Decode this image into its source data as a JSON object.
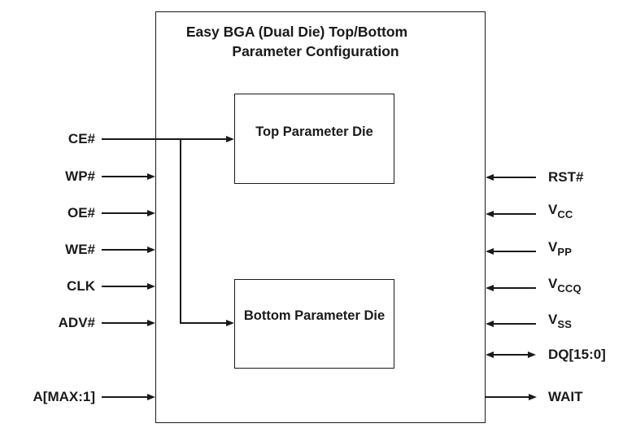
{
  "diagram": {
    "title_line1": "Easy BGA (Dual Die) Top/Bottom",
    "title_line2": "Parameter Configuration",
    "blocks": {
      "top_die": "Top Parameter Die",
      "bottom_die": "Bottom Parameter Die"
    },
    "pins_left": [
      {
        "label": "CE#",
        "direction": "input",
        "note": "branches to both top and bottom parameter dies"
      },
      {
        "label": "WP#",
        "direction": "input"
      },
      {
        "label": "OE#",
        "direction": "input"
      },
      {
        "label": "WE#",
        "direction": "input"
      },
      {
        "label": "CLK",
        "direction": "input"
      },
      {
        "label": "ADV#",
        "direction": "input"
      },
      {
        "label": "A[MAX:1]",
        "direction": "input"
      }
    ],
    "pins_right": [
      {
        "label": "RST#",
        "direction": "input"
      },
      {
        "label": "V",
        "sub": "CC",
        "direction": "input"
      },
      {
        "label": "V",
        "sub": "PP",
        "direction": "input"
      },
      {
        "label": "V",
        "sub": "CCQ",
        "direction": "input"
      },
      {
        "label": "V",
        "sub": "SS",
        "direction": "input"
      },
      {
        "label": "DQ[15:0]",
        "direction": "bidirectional"
      },
      {
        "label": "WAIT",
        "direction": "output"
      }
    ],
    "colors": {
      "ink": "#1a1a1a",
      "background": "#ffffff"
    }
  }
}
